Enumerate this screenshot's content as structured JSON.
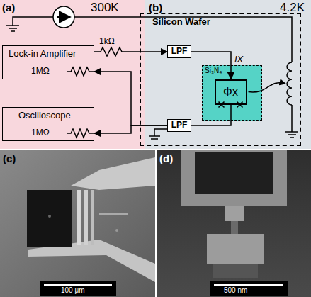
{
  "diagram": {
    "nodes": [
      {
        "text": [
          "(a)",
          "300K"
        ]
      },
      {
        "text": [
          "(b)",
          "4.2K"
        ]
      },
      {
        "text": [
          "Silicon Wafer"
        ],
        "in": 1
      },
      {
        "text": [
          "LPF"
        ],
        "in": 2
      },
      {
        "text": [
          "Si₃N₄"
        ],
        "in": 2
      },
      {
        "text": [
          "Φx"
        ],
        "in": 4
      },
      {
        "text": [
          "LPF"
        ],
        "in": 2
      },
      {
        "text": [
          "Lock-in Amplifier",
          "1MΩ"
        ],
        "in": 0
      },
      {
        "text": [
          "Oscilloscope",
          "1MΩ"
        ],
        "in": 0
      },
      {
        "text": [
          "(c)",
          "100 μm"
        ]
      },
      {
        "text": [
          "(d)",
          "500 nm"
        ]
      }
    ],
    "edges": [
      {
        "from": 7,
        "to": 3,
        "arrow": "to"
      },
      {
        "from": 3,
        "to": 5,
        "arrow": "to",
        "label": "IX"
      },
      {
        "from": 5,
        "to": 6,
        "arrow": "none"
      },
      {
        "from": 6,
        "to": 7,
        "arrow": "to"
      },
      {
        "from": 6,
        "to": 8,
        "arrow": "to"
      }
    ],
    "labels": [
      "1kΩ"
    ]
  }
}
